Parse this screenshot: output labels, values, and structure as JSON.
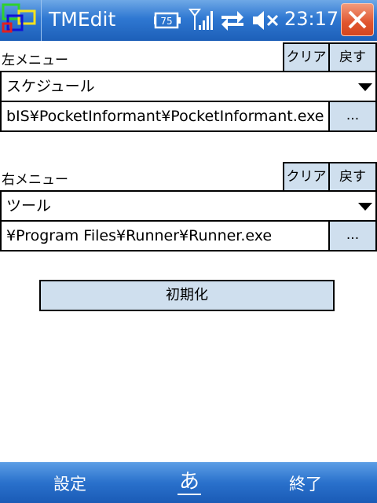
{
  "titlebar": {
    "app_title": "TMEdit",
    "battery_level": "75",
    "clock": "23:17",
    "icons": [
      "windows-start-icon",
      "battery-icon",
      "signal-icon",
      "sync-icon",
      "volume-mute-icon",
      "close-icon"
    ]
  },
  "left_menu": {
    "label": "左メニュー",
    "clear_label": "クリア",
    "revert_label": "戻す",
    "selected": "スケジュール",
    "path": "bIS¥PocketInformant¥PocketInformant.exe",
    "browse_label": "..."
  },
  "right_menu": {
    "label": "右メニュー",
    "clear_label": "クリア",
    "revert_label": "戻す",
    "selected": "ツール",
    "path": "¥Program Files¥Runner¥Runner.exe",
    "browse_label": "..."
  },
  "init_label": "初期化",
  "bottombar": {
    "left_softkey": "設定",
    "ime_label": "あ",
    "right_softkey": "終了"
  },
  "colors": {
    "button_fill": "#cfdfee",
    "titlebar_blue": "#2f78d2",
    "close_red": "#e0552f"
  }
}
